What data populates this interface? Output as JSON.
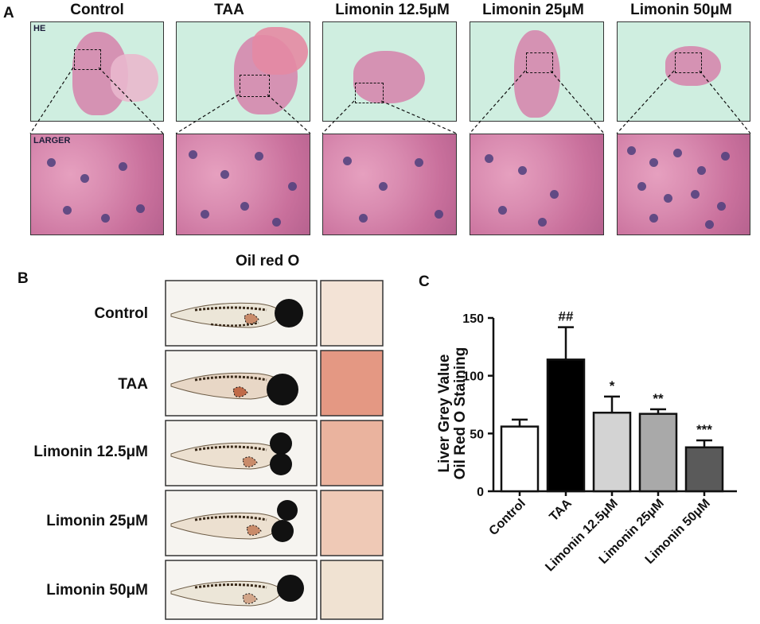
{
  "panel_a": {
    "letter": "A",
    "columns": [
      "Control",
      "TAA",
      "Limonin 12.5μM",
      "Limonin 25μM",
      "Limonin 50μM"
    ],
    "top_tag": "HE",
    "zoom_tag": "LARGER"
  },
  "panel_b": {
    "letter": "B",
    "title": "Oil red O",
    "rows": [
      "Control",
      "TAA",
      "Limonin 12.5μM",
      "Limonin 25μM",
      "Limonin 50μM"
    ]
  },
  "panel_c": {
    "letter": "C"
  },
  "chart_data": {
    "type": "bar",
    "ylabel_line1": "Liver Grey Value",
    "ylabel_line2": "Oil Red O Staining",
    "categories": [
      "Control",
      "TAA",
      "Limonin 12.5μM",
      "Limonin 25μM",
      "Limonin 50μM"
    ],
    "values": [
      56,
      114,
      68,
      67,
      38
    ],
    "errors": [
      6,
      28,
      14,
      4,
      6
    ],
    "significance": [
      "",
      "##",
      "*",
      "**",
      "***"
    ],
    "bar_colors": [
      "#ffffff",
      "#000000",
      "#d3d3d3",
      "#a9a9a9",
      "#5a5a5a"
    ],
    "ylim": [
      0,
      150
    ],
    "yticks": [
      0,
      50,
      100,
      150
    ]
  }
}
